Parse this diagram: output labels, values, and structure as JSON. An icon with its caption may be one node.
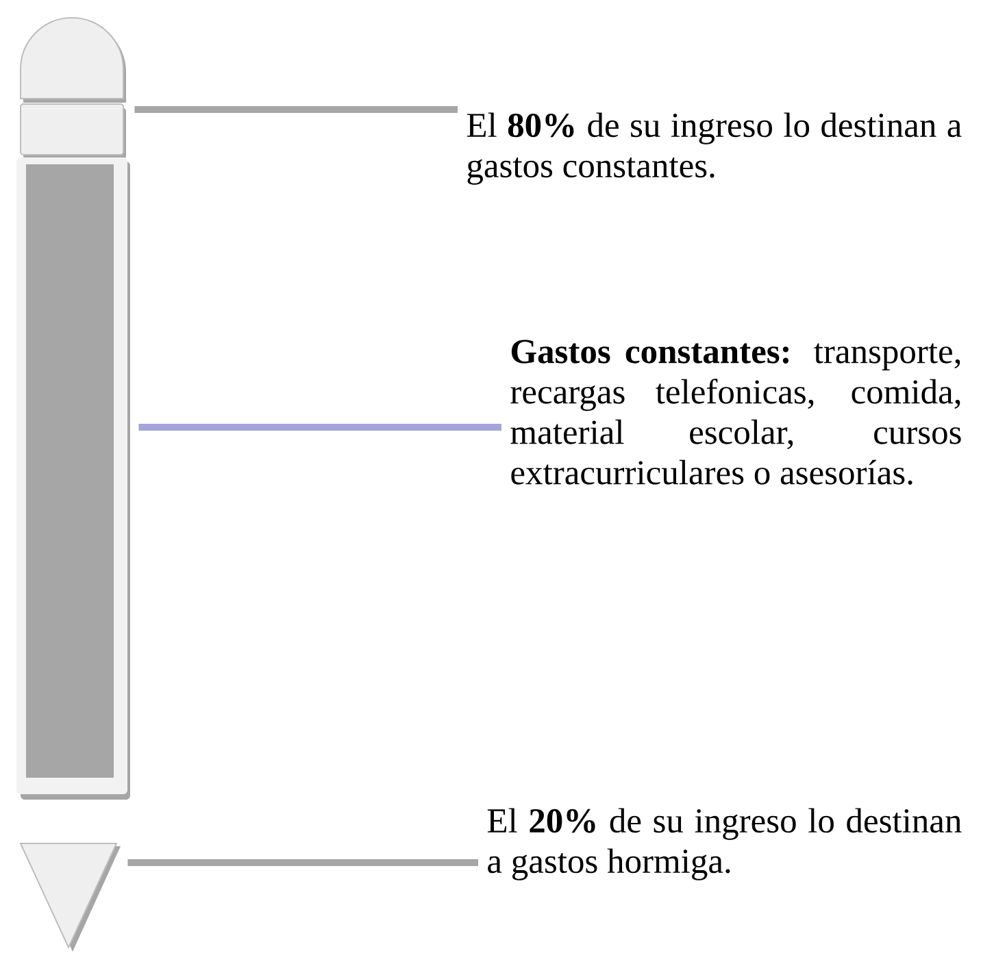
{
  "diagram": {
    "nodes": [
      {
        "text": [
          "El **80%** de su ingreso lo destinan a gastos constantes."
        ]
      },
      {
        "text": [
          "**Gastos constantes:** transporte, recargas telefonicas, comida, material escolar, cursos extracurriculares o asesorías."
        ]
      },
      {
        "text": [
          "El **20%** de su ingreso lo destinan a gastos hormiga."
        ]
      },
      {
        "text": [],
        "shape": "dome"
      },
      {
        "text": [],
        "shape": "box"
      },
      {
        "text": [],
        "shape": "bar"
      },
      {
        "text": [],
        "shape": "triangle"
      }
    ],
    "edges": [
      {
        "from": 4,
        "to": 0,
        "arrow": "none"
      },
      {
        "from": 5,
        "to": 1,
        "arrow": "none",
        "color": "#a4a4d8"
      },
      {
        "from": 6,
        "to": 2,
        "arrow": "none"
      }
    ]
  }
}
